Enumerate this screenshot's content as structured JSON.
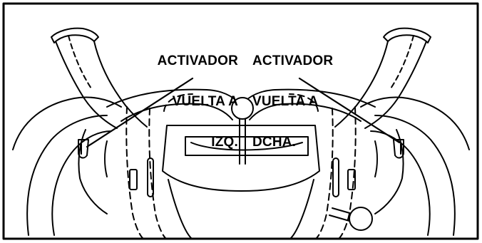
{
  "callouts": {
    "left": {
      "lines": [
        "ACTIVADOR",
        "VUELTA A",
        "IZQ."
      ]
    },
    "right": {
      "lines": [
        "ACTIVADOR",
        "VUELTA A",
        "DCHA."
      ]
    }
  },
  "colors": {
    "ink": "#000000",
    "background": "#ffffff"
  }
}
